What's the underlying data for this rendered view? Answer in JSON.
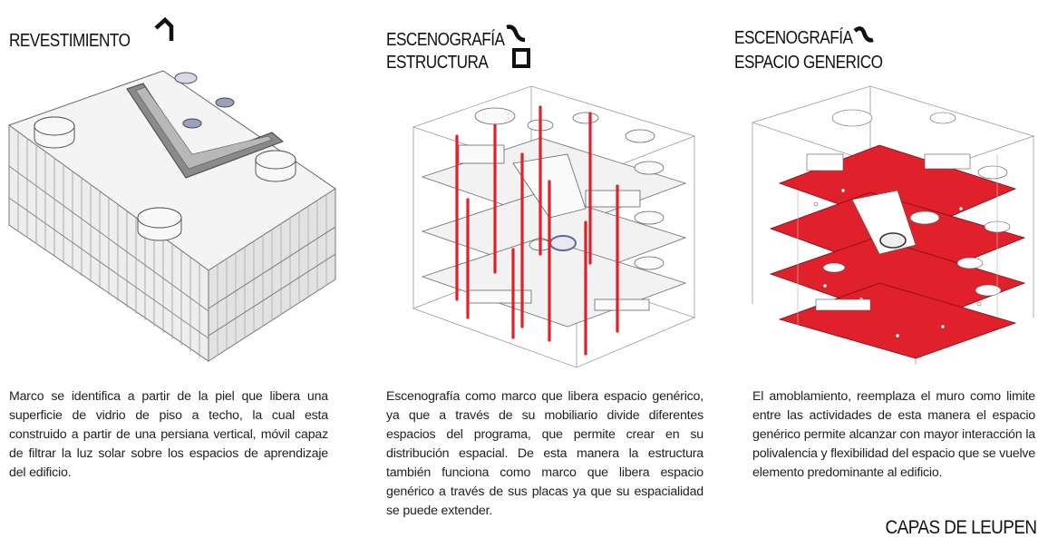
{
  "panels": [
    {
      "titles": [
        "REVESTIMIENTO"
      ],
      "description": "Marco se identifica a partir de la piel que libera una superficie de vidrio de piso a techo, la cual esta construido a partir de una persiana vertical, móvil capaz de filtrar la luz solar sobre los espacios de aprendizaje del edificio."
    },
    {
      "titles": [
        "ESCENOGRAFÍA",
        "ESTRUCTURA"
      ],
      "description": "Escenografía como marco que libera espacio genérico, ya que a través de su mobiliario divide diferentes espacios del programa, que permite crear en su distribución espacial. De esta manera la estructura también funciona como marco que libera espacio genérico a través de sus placas ya que su espacialidad se puede extender."
    },
    {
      "titles": [
        "ESCENOGRAFÍA",
        "ESPACIO GENERICO"
      ],
      "description": "El amoblamiento, reemplaza el muro como limite entre las actividades de esta manera el espacio genérico permite alcanzar con mayor interacción la polivalencia y flexibilidad del espacio que se vuelve elemento predominante al edificio."
    }
  ],
  "footer": "CAPAS DE LEUPEN",
  "colors": {
    "accent_red": "#e0202a",
    "ink": "#111111",
    "model_grey": "#e6e6e6"
  },
  "icons": [
    "hook-symbol-icon",
    "wave-symbol-icon",
    "square-symbol-icon"
  ]
}
